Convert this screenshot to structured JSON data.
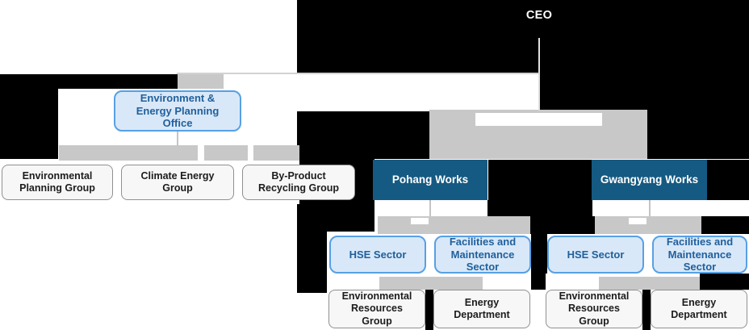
{
  "ceo": {
    "label": "CEO"
  },
  "office": {
    "label": "Environment & Energy Planning Office",
    "groups": [
      {
        "label": "Environmental Planning Group"
      },
      {
        "label": "Climate Energy Group"
      },
      {
        "label": "By-Product Recycling Group"
      }
    ]
  },
  "works": [
    {
      "label": "Pohang Works",
      "sectors": [
        {
          "label": "HSE Sector"
        },
        {
          "label": "Facilities and Maintenance Sector"
        }
      ],
      "groups": [
        {
          "label": "Environmental Resources Group"
        },
        {
          "label": "Energy Department"
        }
      ]
    },
    {
      "label": "Gwangyang Works",
      "sectors": [
        {
          "label": "HSE Sector"
        },
        {
          "label": "Facilities and Maintenance Sector"
        }
      ],
      "groups": [
        {
          "label": "Environmental Resources Group"
        },
        {
          "label": "Energy Department"
        }
      ]
    }
  ],
  "colors": {
    "works_fill": "#155a82",
    "works_text": "#ffffff",
    "sector_fill": "#d9e8f8",
    "sector_border": "#57a0e5",
    "sector_text": "#20609c",
    "group_fill": "#f7f7f7",
    "group_border": "#909090",
    "group_text": "#1c1c1c",
    "connector": "#c8c8c8",
    "background_dark": "#000000",
    "ceo_text": "#ffffff"
  }
}
